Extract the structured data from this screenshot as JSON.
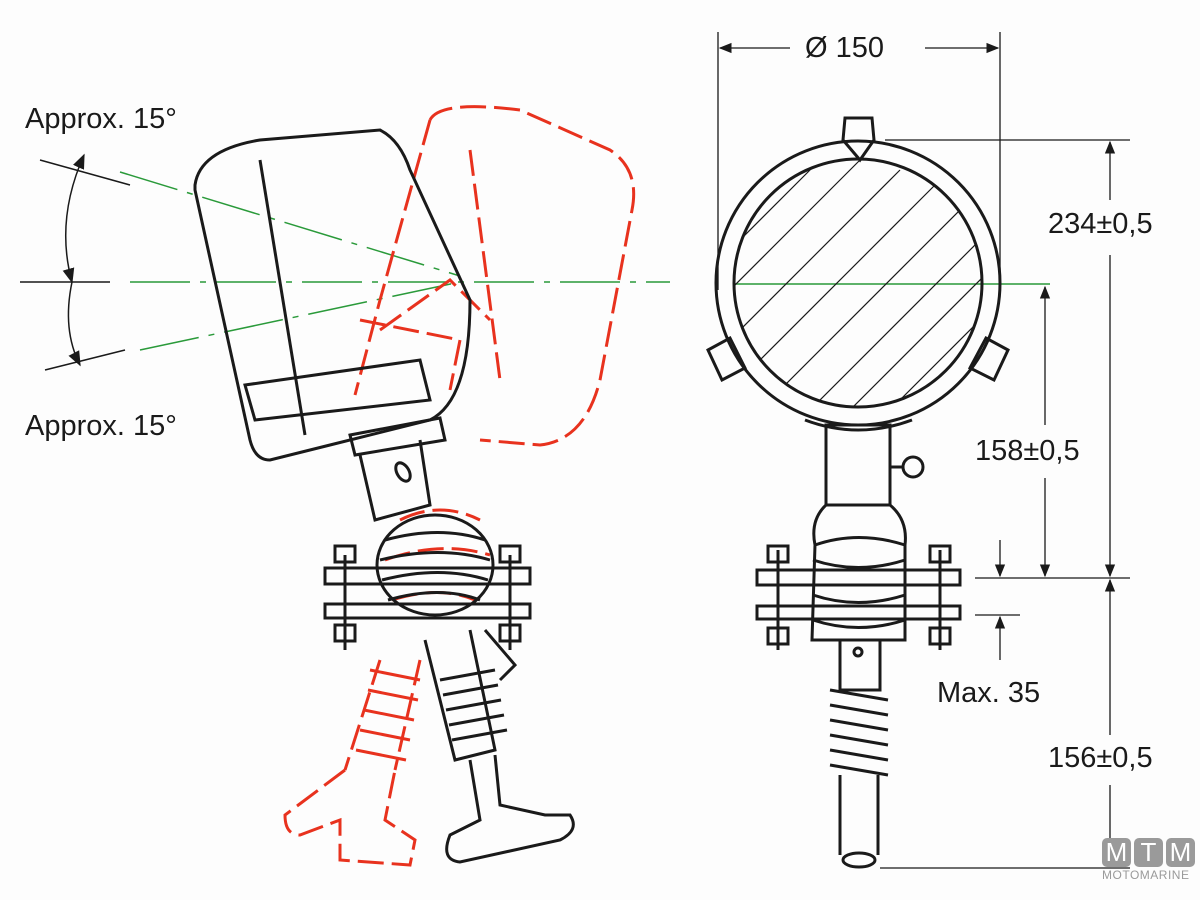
{
  "labels": {
    "angle_top": "Approx. 15°",
    "angle_bottom": "Approx. 15°",
    "diameter": "Ø 150",
    "height_total": "234±0,5",
    "height_center": "158±0,5",
    "max_thickness": "Max. 35",
    "height_lower": "156±0,5"
  },
  "watermark": {
    "letters": [
      "M",
      "T",
      "M"
    ],
    "name": "MOTOMARINE"
  },
  "colors": {
    "line": "#1a1a1a",
    "alt_position": "#e8321e",
    "axis": "#2a9a3a",
    "logo": "#9a9a9a"
  }
}
